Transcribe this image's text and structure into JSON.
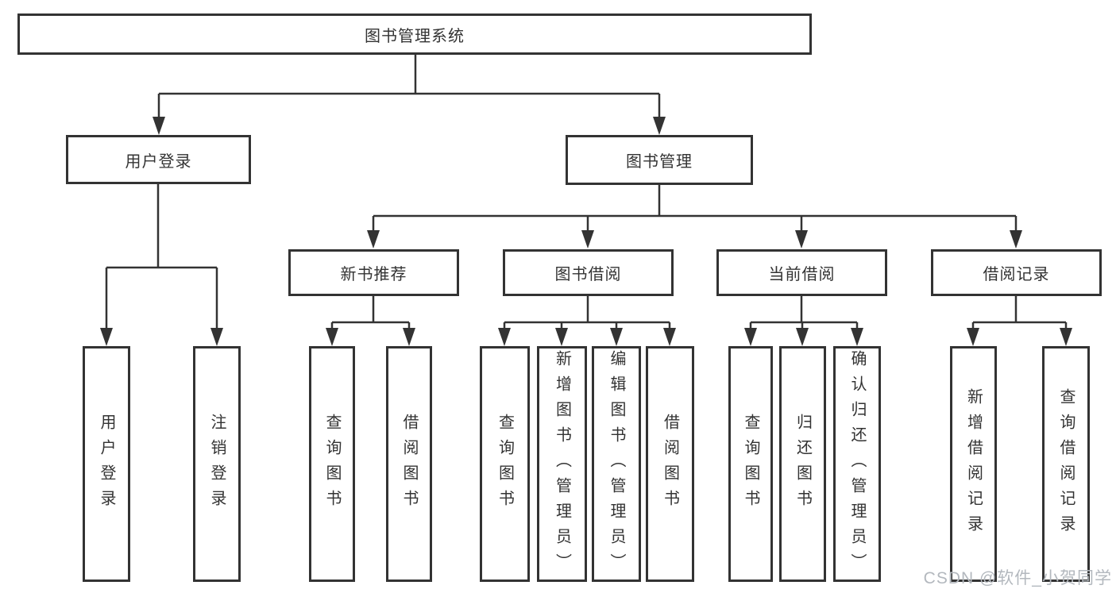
{
  "colors": {
    "line": "#333333",
    "node_border": "#333333",
    "text": "#333333",
    "background": "#ffffff",
    "watermark_text_color": "#b3b8be"
  },
  "watermark": {
    "text": "CSDN @软件_小贺同学"
  },
  "tree": {
    "root": {
      "label": "图书管理系统"
    },
    "user_login": {
      "label": "用户登录",
      "children": [
        {
          "label": "用户登录"
        },
        {
          "label": "注销登录"
        }
      ]
    },
    "book_mgmt": {
      "label": "图书管理",
      "groups": [
        {
          "label": "新书推荐",
          "children": [
            {
              "label": "查询图书"
            },
            {
              "label": "借阅图书"
            }
          ]
        },
        {
          "label": "图书借阅",
          "children": [
            {
              "label": "查询图书"
            },
            {
              "label": "新增图书（管理员）"
            },
            {
              "label": "编辑图书（管理员）"
            },
            {
              "label": "借阅图书"
            }
          ]
        },
        {
          "label": "当前借阅",
          "children": [
            {
              "label": "查询图书"
            },
            {
              "label": "归还图书"
            },
            {
              "label": "确认归还（管理员）"
            }
          ]
        },
        {
          "label": "借阅记录",
          "children": [
            {
              "label": "新增借阅记录"
            },
            {
              "label": "查询借阅记录"
            }
          ]
        }
      ]
    }
  }
}
